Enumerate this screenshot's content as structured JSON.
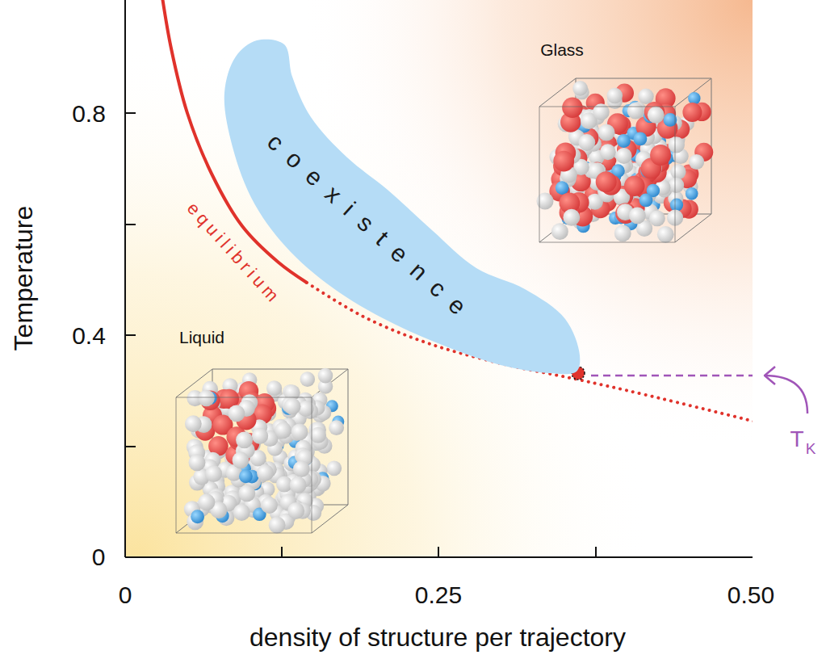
{
  "diagram": {
    "nodes": [
      {
        "text": [
          "coexistence"
        ]
      }
    ],
    "labels": [
      "0.8",
      "0.4",
      "0",
      "0",
      "0.25",
      "0.50",
      "Temperature",
      "density of structure per trajectory",
      "equilibrium",
      "Glass",
      "Liquid",
      "T",
      "K"
    ]
  }
}
